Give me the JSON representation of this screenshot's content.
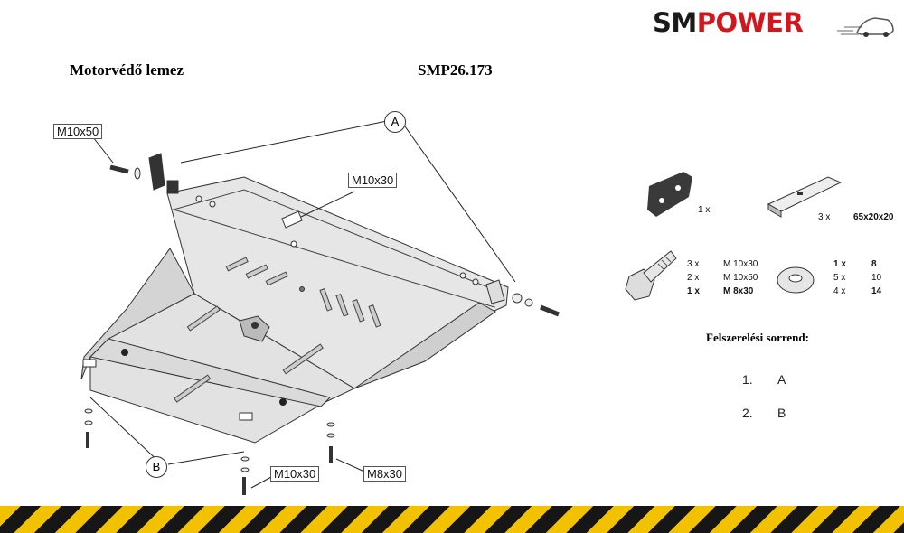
{
  "brand": {
    "part1": "SM",
    "part2": "POWER"
  },
  "header": {
    "title": "Motorvédő lemez",
    "code": "SMP26.173"
  },
  "diagram": {
    "labels": {
      "bolt_left": "M10x50",
      "bolt_center": "M10x30",
      "bolt_bottom": "M10x30",
      "bolt_bottom_right": "M8x30",
      "group_a": "A",
      "group_b": "B"
    }
  },
  "parts": {
    "bracket_qty": "1 x",
    "spacer_qty": "3 x",
    "spacer_size": "65x20x20",
    "bolts": [
      {
        "qty": "3 x",
        "size": "M 10x30",
        "bold": false
      },
      {
        "qty": "2 x",
        "size": "M 10x50",
        "bold": false
      },
      {
        "qty": "1 x",
        "size": "M 8x30",
        "bold": true
      }
    ],
    "washers": [
      {
        "qty": "1 x",
        "size": "8",
        "bold": true
      },
      {
        "qty": "5 x",
        "size": "10",
        "bold": false
      },
      {
        "qty": "4 x",
        "size": "14",
        "bold": true
      }
    ]
  },
  "assembly": {
    "heading": "Felszerelési sorrend:",
    "steps": [
      {
        "num": "1.",
        "label": "A"
      },
      {
        "num": "2.",
        "label": "B"
      }
    ]
  },
  "colors": {
    "brand_red": "#d2161e",
    "hazard_yellow": "#f2c200",
    "hazard_black": "#161616",
    "plate": "#e4e4e4",
    "plate_dark": "#c8c8c8"
  }
}
